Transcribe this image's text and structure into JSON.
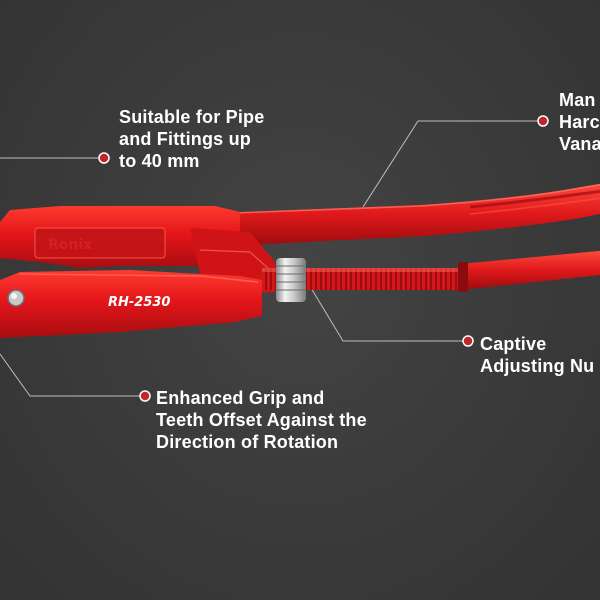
{
  "colors": {
    "background": "#3b3b3b",
    "accent_red": "#e0191b",
    "marker_red": "#c0262b",
    "text": "#ffffff",
    "leader_line": "#bdbdbd"
  },
  "product": {
    "model_label": "RH-2530",
    "brand_mark": "Ronix"
  },
  "callouts": {
    "pipe_size": {
      "lines": [
        "Suitable for Pipe",
        "and Fittings up",
        "to 40 mm"
      ]
    },
    "material": {
      "lines": [
        "Man",
        "Harc",
        "Vana"
      ]
    },
    "adjusting_nut": {
      "lines": [
        "Captive",
        "Adjusting Nu"
      ]
    },
    "grip": {
      "lines": [
        "Enhanced Grip and",
        "Teeth Offset Against the",
        "Direction of Rotation"
      ]
    }
  },
  "icons": [
    "marker-dot-icon"
  ]
}
